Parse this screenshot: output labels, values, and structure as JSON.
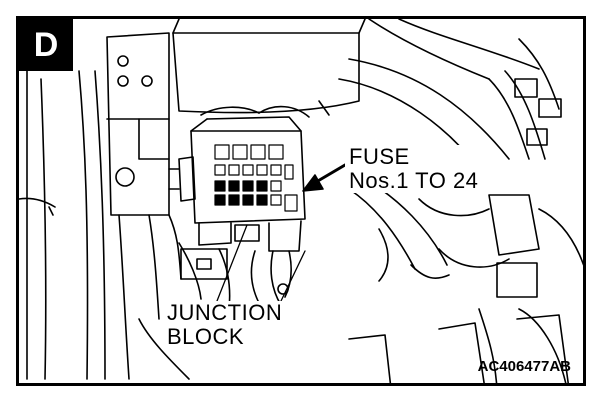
{
  "badge": "D",
  "fuse_label": {
    "line1": "FUSE",
    "line2": "Nos.1 TO 24"
  },
  "junction_label": {
    "line1": "JUNCTION",
    "line2": "BLOCK"
  },
  "figure_code": "AC406477AB",
  "colors": {
    "ink": "#000000",
    "paper": "#ffffff"
  }
}
